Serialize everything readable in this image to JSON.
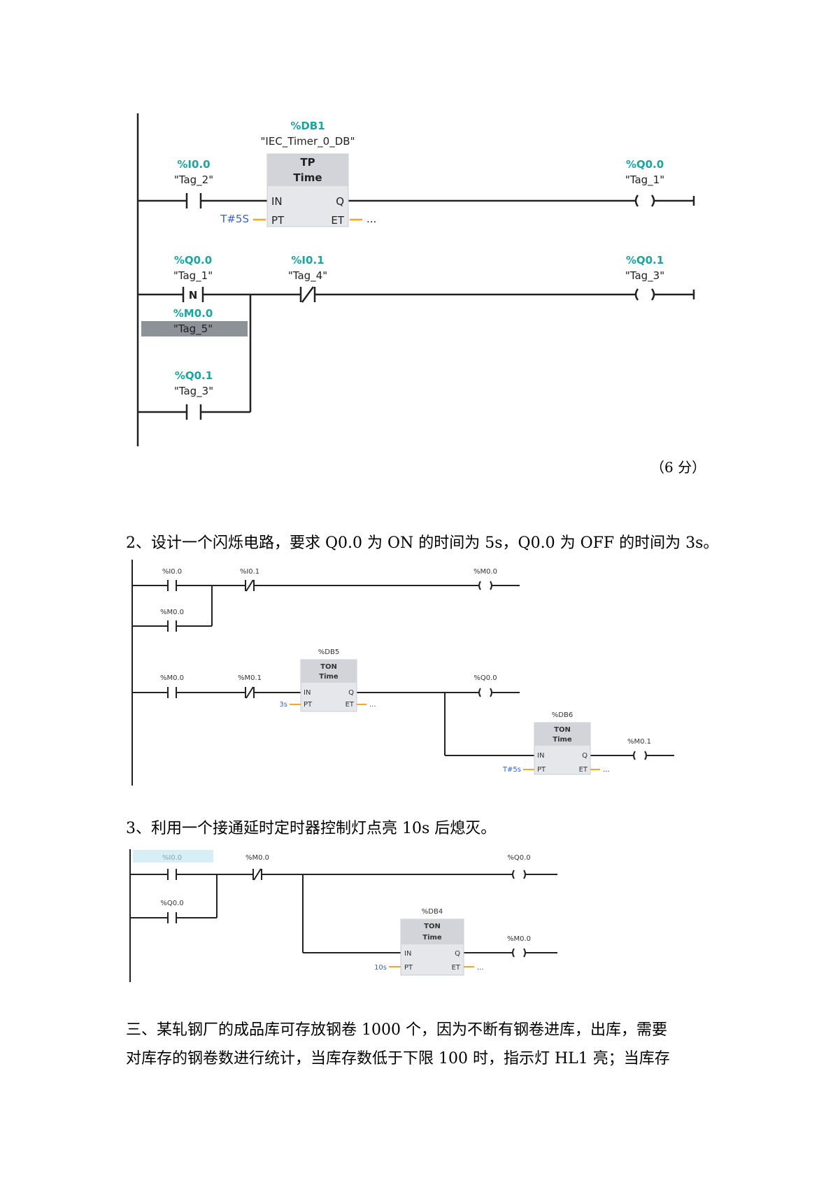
{
  "diagram1": {
    "db_addr": "%DB1",
    "db_name": "\"IEC_Timer_0_DB\"",
    "block_type": "TP",
    "block_sub": "Time",
    "pin_in": "IN",
    "pin_pt": "PT",
    "pin_q": "Q",
    "pin_et": "ET",
    "pt_value": "T#5S",
    "et_value": "...",
    "rung1": {
      "contact_addr": "%I0.0",
      "contact_tag": "\"Tag_2\"",
      "coil_addr": "%Q0.0",
      "coil_tag": "\"Tag_1\""
    },
    "rung2": {
      "ncontact_addr": "%Q0.0",
      "ncontact_tag": "\"Tag_1\"",
      "ncontact_symbol": "N",
      "mem_addr": "%M0.0",
      "mem_tag": "\"Tag_5\"",
      "nc_addr": "%I0.1",
      "nc_tag": "\"Tag_4\"",
      "coil_addr": "%Q0.1",
      "coil_tag": "\"Tag_3\"",
      "branch_addr": "%Q0.1",
      "branch_tag": "\"Tag_3\""
    }
  },
  "score": "（6 分）",
  "question2": "2、设计一个闪烁电路，要求 Q0.0 为 ON 的时间为 5s，Q0.0 为 OFF 的时间为 3s。",
  "diagram2": {
    "r1_contact": "%I0.0",
    "r1_nc": "%I0.1",
    "r1_coil": "%M0.0",
    "r1_branch": "%M0.0",
    "r2_contact": "%M0.0",
    "r2_nc": "%M0.1",
    "r2_coil": "%Q0.0",
    "t1_db": "%DB5",
    "t1_type": "TON",
    "t1_sub": "Time",
    "t1_pt": "3s",
    "t2_db": "%DB6",
    "t2_type": "TON",
    "t2_sub": "Time",
    "t2_pt": "T#5s",
    "t2_coil": "%M0.1",
    "pin_in": "IN",
    "pin_pt": "PT",
    "pin_q": "Q",
    "pin_et": "ET",
    "et_value": "..."
  },
  "question3": "3、利用一个接通延时定时器控制灯点亮 10s 后熄灭。",
  "diagram3": {
    "r1_contact": "%I0.0",
    "r1_nc": "%M0.0",
    "r1_coil": "%Q0.0",
    "r1_branch": "%Q0.0",
    "t_db": "%DB4",
    "t_type": "TON",
    "t_sub": "Time",
    "t_pt": "10s",
    "t_coil": "%M0.0",
    "pin_in": "IN",
    "pin_pt": "PT",
    "pin_q": "Q",
    "pin_et": "ET",
    "et_value": "..."
  },
  "question_three_line1": "三、某轧钢厂的成品库可存放钢卷 1000 个，因为不断有钢卷进库，出库，需要",
  "question_three_line2": "对库存的钢卷数进行统计，当库存数低于下限 100 时，指示灯 HL1 亮；当库存"
}
